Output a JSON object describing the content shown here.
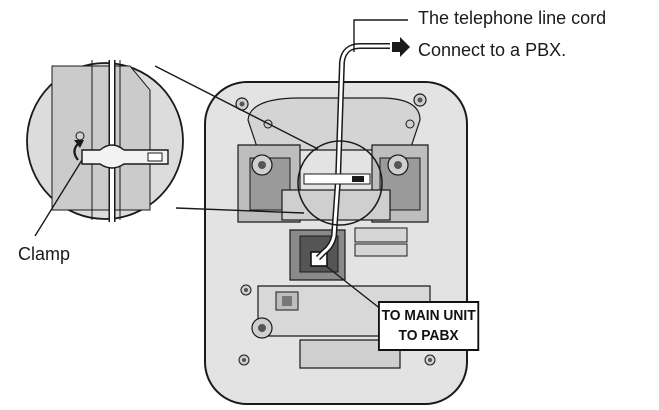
{
  "labels": {
    "telephone_line_cord": "The telephone line cord",
    "connect_to_pbx": "Connect to a PBX.",
    "clamp": "Clamp",
    "port_line1": "TO MAIN UNIT",
    "port_line2": "TO PABX"
  },
  "icons": {
    "arrow": "right-arrow-icon"
  },
  "colors": {
    "unit_body": "#e3e3e3",
    "unit_panel": "#cfcfcf",
    "dark_recess": "#555555",
    "outline": "#1a1a1a"
  }
}
